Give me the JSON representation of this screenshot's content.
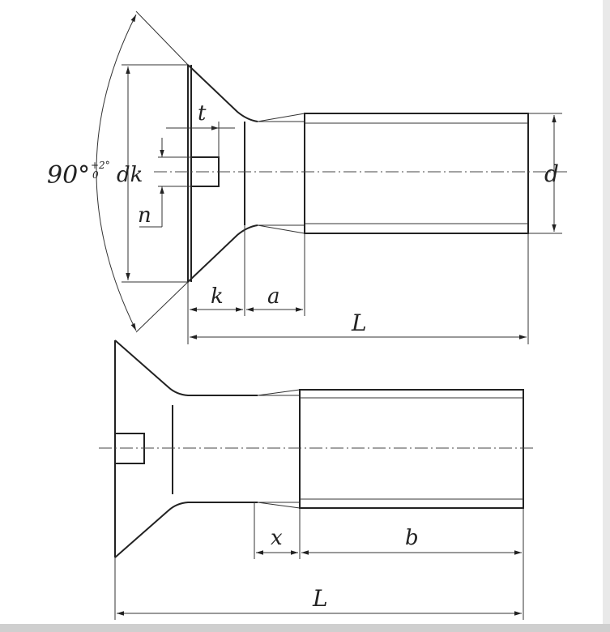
{
  "title": "",
  "labels": {
    "angle": "90°",
    "angle_tolerance_upper": "+2°",
    "angle_tolerance_lower": "0",
    "dk": "dk",
    "d": "d",
    "t": "t",
    "n": "n",
    "k": "k",
    "a": "a",
    "L_top": "L",
    "x": "x",
    "b": "b",
    "L_bottom": "L"
  },
  "colors": {
    "line": "#222222",
    "background": "#ffffff"
  }
}
